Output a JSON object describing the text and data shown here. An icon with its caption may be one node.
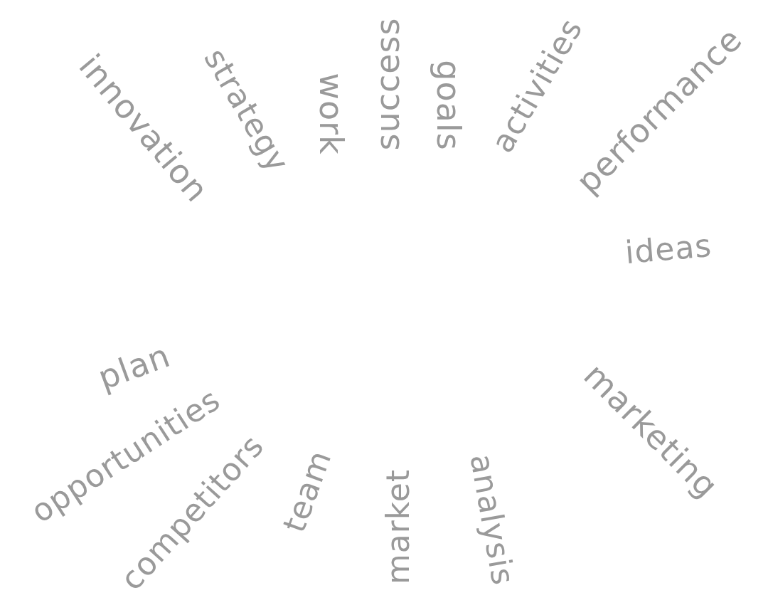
{
  "diagram": {
    "labels": [
      "innovation",
      "strategy",
      "work",
      "success",
      "goals",
      "activities",
      "performance",
      "ideas",
      "plan",
      "opportunities",
      "competitors",
      "team",
      "market",
      "analysis",
      "marketing"
    ]
  }
}
